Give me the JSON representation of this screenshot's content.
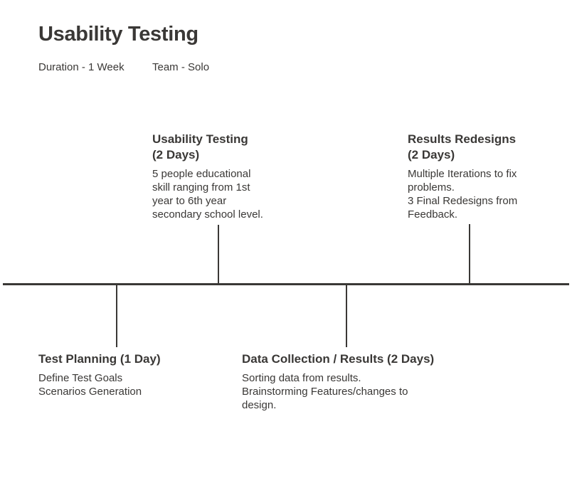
{
  "header": {
    "title": "Usability Testing",
    "duration": "Duration - 1 Week",
    "team": "Team - Solo"
  },
  "timeline": {
    "planning": {
      "heading": "Test Planning (1 Day)",
      "lines": [
        "Define Test Goals",
        "Scenarios Generation"
      ]
    },
    "usability": {
      "heading_line1": "Usability Testing",
      "heading_line2": "(2 Days)",
      "lines": [
        "5 people educational",
        "skill ranging from 1st",
        "year to 6th year",
        "secondary school level."
      ]
    },
    "data": {
      "heading": "Data Collection / Results (2 Days)",
      "lines": [
        "Sorting data from results.",
        "Brainstorming Features/changes to",
        "design."
      ]
    },
    "results": {
      "heading_line1": "Results Redesigns",
      "heading_line2": "(2 Days)",
      "lines": [
        "Multiple Iterations to fix",
        "problems.",
        "3 Final Redesigns from",
        "Feedback."
      ]
    }
  }
}
